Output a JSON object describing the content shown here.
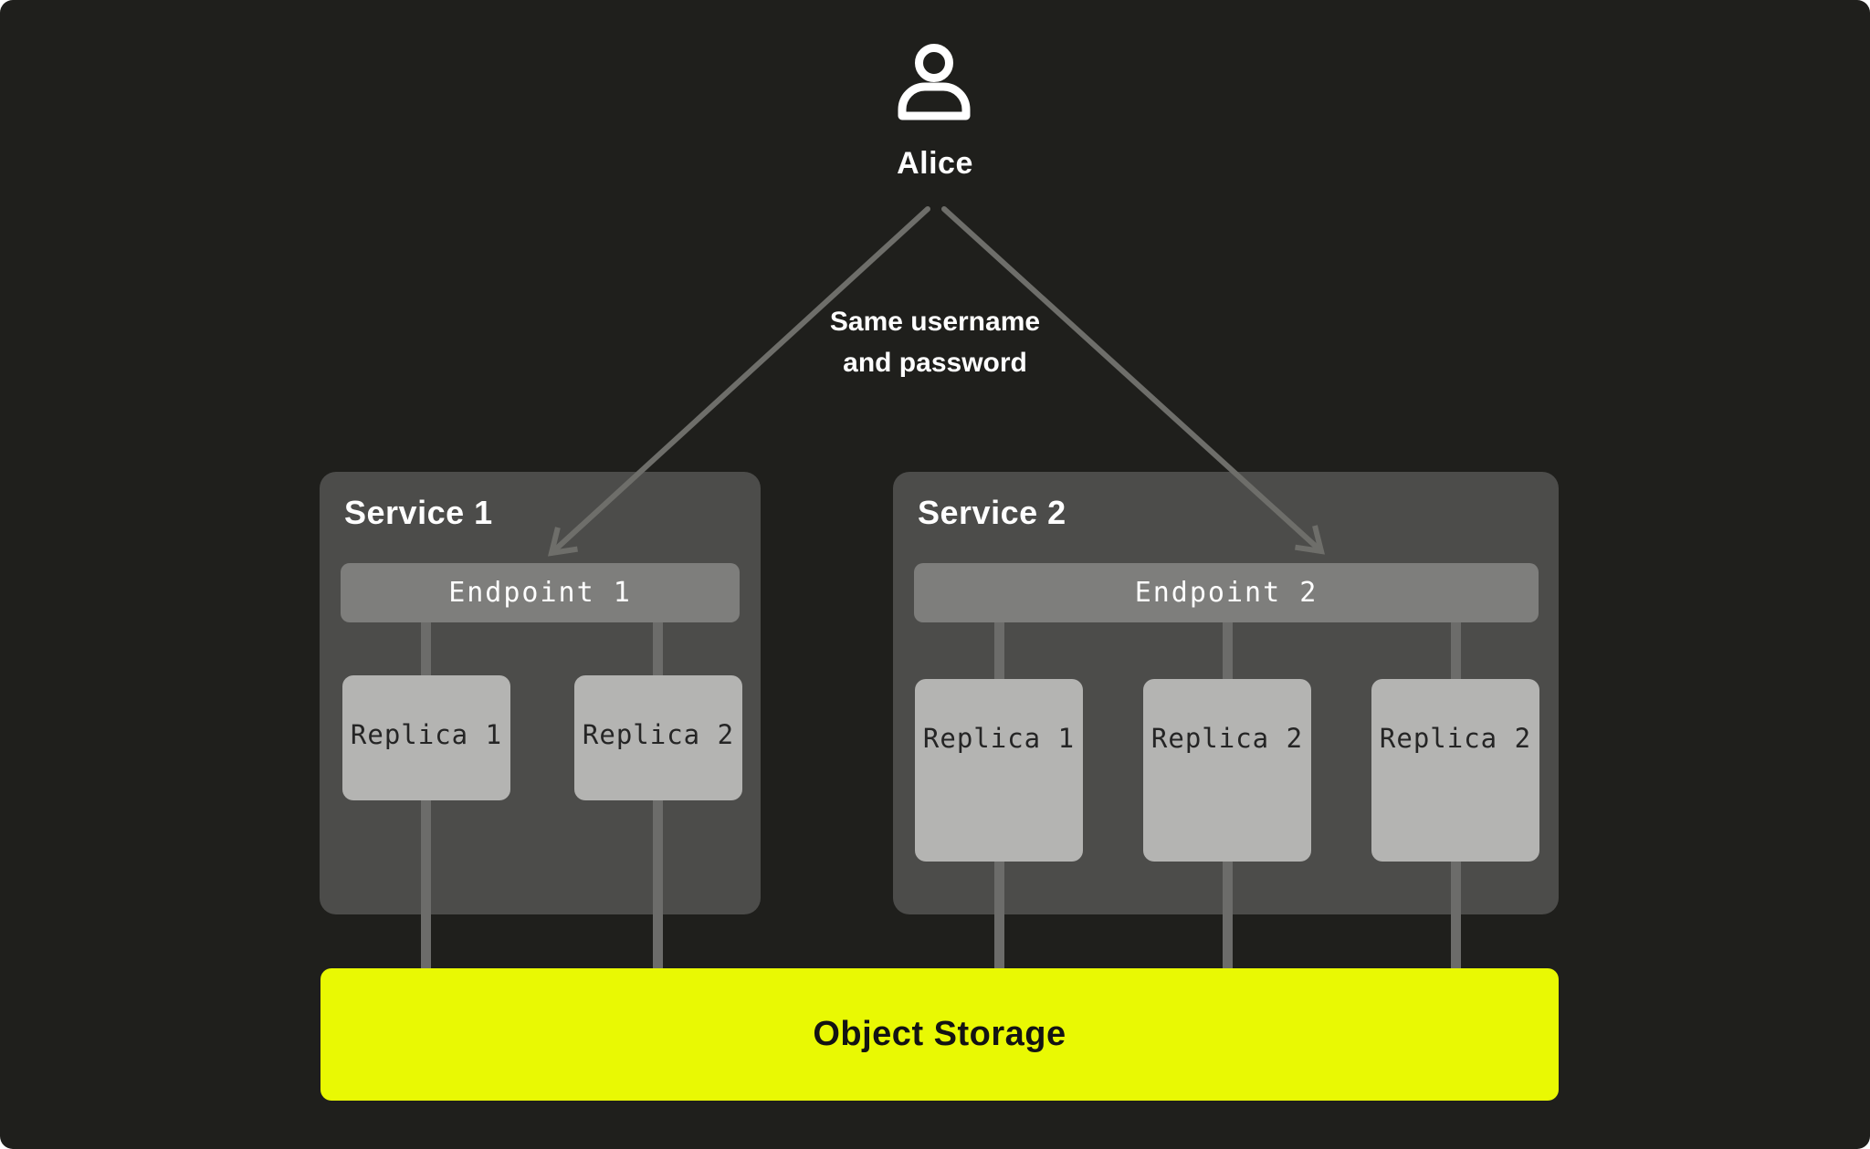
{
  "user": {
    "label": "Alice",
    "icon": "person-icon"
  },
  "annotation": {
    "line1": "Same username",
    "line2": "and password"
  },
  "services": [
    {
      "title": "Service 1",
      "endpoint": "Endpoint 1",
      "replicas": [
        "Replica 1",
        "Replica 2"
      ]
    },
    {
      "title": "Service 2",
      "endpoint": "Endpoint 2",
      "replicas": [
        "Replica 1",
        "Replica 2",
        "Replica 2"
      ]
    }
  ],
  "storage": {
    "label": "Object Storage"
  },
  "colors": {
    "canvas-bg": "#1f1f1c",
    "panel": "#4c4c4a",
    "endpoint": "#7e7e7c",
    "replica": "#b4b4b2",
    "replica-text": "#252525",
    "connector": "#6c6c6a",
    "arrow": "#6e6e6a",
    "accent": "#e9f903",
    "text-light": "#ffffff",
    "storage-text": "#131313"
  }
}
